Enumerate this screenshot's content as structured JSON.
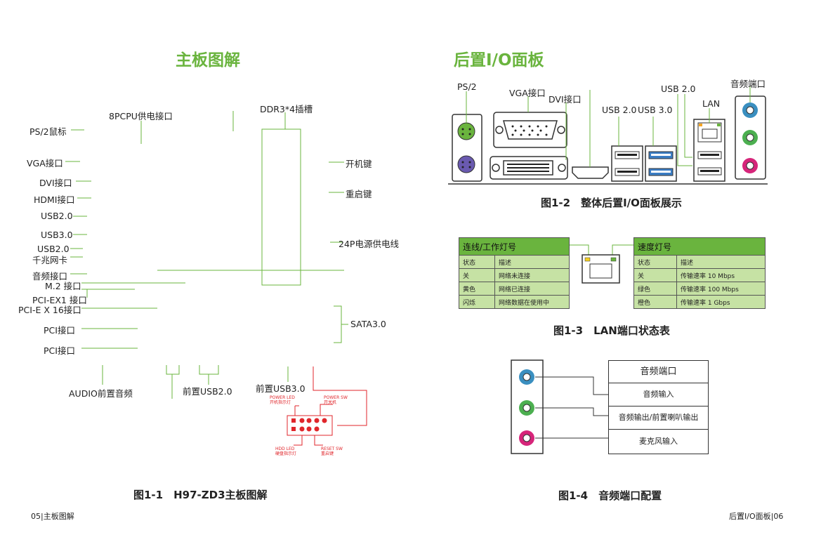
{
  "left_page": {
    "title": "主板图解",
    "labels": {
      "ps2": "PS/2鼠标",
      "cpu_power": "8PCPU供电接口",
      "ddr3": "DDR3*4插槽",
      "vga": "VGA接口",
      "dvi": "DVI接口",
      "hdmi": "HDMI接口",
      "usb20_a": "USB2.0",
      "usb30": "USB3.0",
      "usb20_b": "USB2.0",
      "lan": "千兆网卡",
      "audio": "音频接口",
      "m2": "M.2 接口",
      "pciex1": "PCI-EX1 接口",
      "pciex16": "PCI-E X 16接口",
      "pci_a": "PCI接口",
      "pci_b": "PCI接口",
      "power_btn": "开机键",
      "reset_btn": "重启键",
      "atx24": "24P电源供电线",
      "sata": "SATA3.0",
      "audio_front": "AUDIO前置音频",
      "usb20_front": "前置USB2.0",
      "usb30_front": "前置USB3.0"
    },
    "panel_header": {
      "power_led": "POWER LED",
      "power_led_cn": "开机指示灯",
      "power_sw": "POWER SW",
      "power_sw_cn": "开关机",
      "hdd_led": "HDD LED",
      "hdd_led_cn": "硬盘指示灯",
      "reset_sw": "RESET SW",
      "reset_sw_cn": "重启键"
    },
    "caption": "图1-1　H97-ZD3主板图解",
    "footer": "05|主板图解"
  },
  "right_page": {
    "title": "后置I/O面板",
    "io_labels": {
      "ps2": "PS/2",
      "vga": "VGA接口",
      "dvi": "DVI接口",
      "usb20_top": "USB 2.0",
      "audio": "音频端口",
      "lan": "LAN",
      "usb20": "USB 2.0",
      "usb30": "USB 3.0"
    },
    "caption_io": "图1-2　整体后置I/O面板展示",
    "link_table": {
      "title": "连线/工作灯号",
      "headers": [
        "状态",
        "描述"
      ],
      "rows": [
        [
          "关",
          "网络未连接"
        ],
        [
          "黄色",
          "网络已连接"
        ],
        [
          "闪烁",
          "网络数据在使用中"
        ]
      ]
    },
    "speed_table": {
      "title": "速度灯号",
      "headers": [
        "状态",
        "描述"
      ],
      "rows": [
        [
          "关",
          "传输速率 10 Mbps"
        ],
        [
          "绿色",
          "传输速率 100 Mbps"
        ],
        [
          "橙色",
          "传输速率 1 Gbps"
        ]
      ]
    },
    "caption_lan": "图1-3　LAN端口状态表",
    "audio_config": {
      "header": "音频端口",
      "items": [
        "音频输入",
        "音频输出/前置喇叭输出",
        "麦克风输入"
      ]
    },
    "caption_audio": "图1-4　音频端口配置",
    "footer": "后置I/O面板|06"
  },
  "colors": {
    "accent_green": "#6ab43e",
    "table_row": "#c6e2a4",
    "panel_red": "#e0262b",
    "audio_blue": "#3a8fc0",
    "audio_green": "#4caf50",
    "audio_pink": "#d6257a",
    "usb3_blue": "#3b7dc4"
  }
}
